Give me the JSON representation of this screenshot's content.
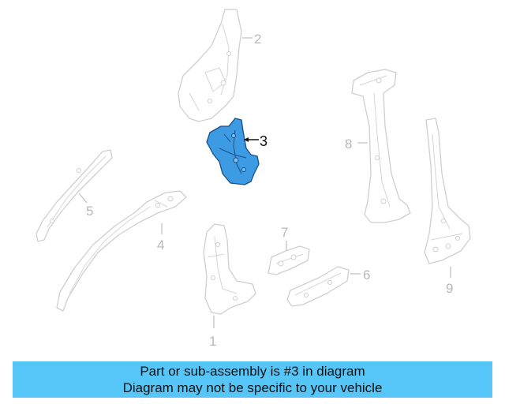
{
  "callouts": {
    "c1": "1",
    "c2": "2",
    "c3": "3",
    "c4": "4",
    "c5": "5",
    "c6": "6",
    "c7": "7",
    "c8": "8",
    "c9": "9"
  },
  "highlighted_part": "3",
  "banner": {
    "line1": "Part or sub-assembly is #3 in diagram",
    "line2": "Diagram may not be specific to your vehicle"
  },
  "colors": {
    "highlight": "#3d9be3",
    "banner": "#56c5f8"
  }
}
